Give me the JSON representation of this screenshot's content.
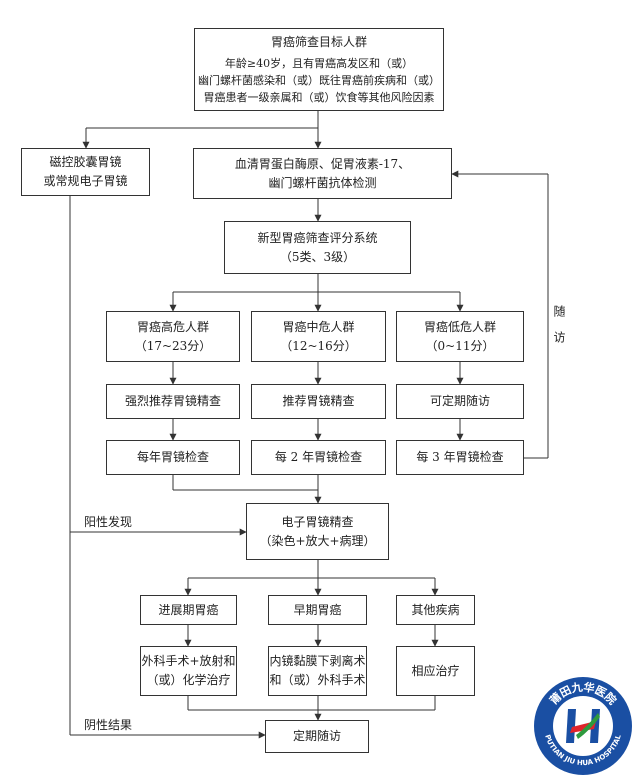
{
  "top": {
    "title": "胃癌筛查目标人群",
    "line1": "年龄≥40岁，且有胃癌高发区和（或）",
    "line2": "幽门螺杆菌感染和（或）既往胃癌前疾病和（或）",
    "line3": "胃癌患者一级亲属和（或）饮食等其他风险因素"
  },
  "capsule": {
    "line1": "磁控胶囊胃镜",
    "line2": "或常规电子胃镜"
  },
  "serum": {
    "line1": "血清胃蛋白酶原、促胃液素-17、",
    "line2": "幽门螺杆菌抗体检测"
  },
  "scoring": {
    "line1": "新型胃癌筛查评分系统",
    "line2": "（5类、3级）"
  },
  "risk": [
    {
      "name": "胃癌高危人群",
      "range": "（17~23分）",
      "advice": "强烈推荐胃镜精查",
      "exam": "每年胃镜检查"
    },
    {
      "name": "胃癌中危人群",
      "range": "（12~16分）",
      "advice": "推荐胃镜精查",
      "exam": "每 2 年胃镜检查"
    },
    {
      "name": "胃癌低危人群",
      "range": "（0~11分）",
      "advice": "可定期随访",
      "exam": "每 3 年胃镜检查"
    }
  ],
  "followup_side": "随访",
  "endoscopy": {
    "line1": "电子胃镜精查",
    "line2": "（染色+放大+病理）"
  },
  "positive_label": "阳性发现",
  "negative_label": "阴性结果",
  "outcomes": [
    {
      "name": "进展期胃癌",
      "line1": "外科手术+放射和",
      "line2": "（或）化学治疗"
    },
    {
      "name": "早期胃癌",
      "line1": "内镜黏膜下剥离术",
      "line2": "和（或）外科手术"
    },
    {
      "name": "其他疾病",
      "line1": "相应治疗",
      "line2": ""
    }
  ],
  "final": "定期随访",
  "logo": {
    "text_top": "莆田九华医院",
    "text_bottom": "PUTIAN JIU HUA HOSPITAL",
    "colors": {
      "ring": "#1a4fa3",
      "accent": "#e0232b",
      "green": "#2e9a3e"
    }
  }
}
